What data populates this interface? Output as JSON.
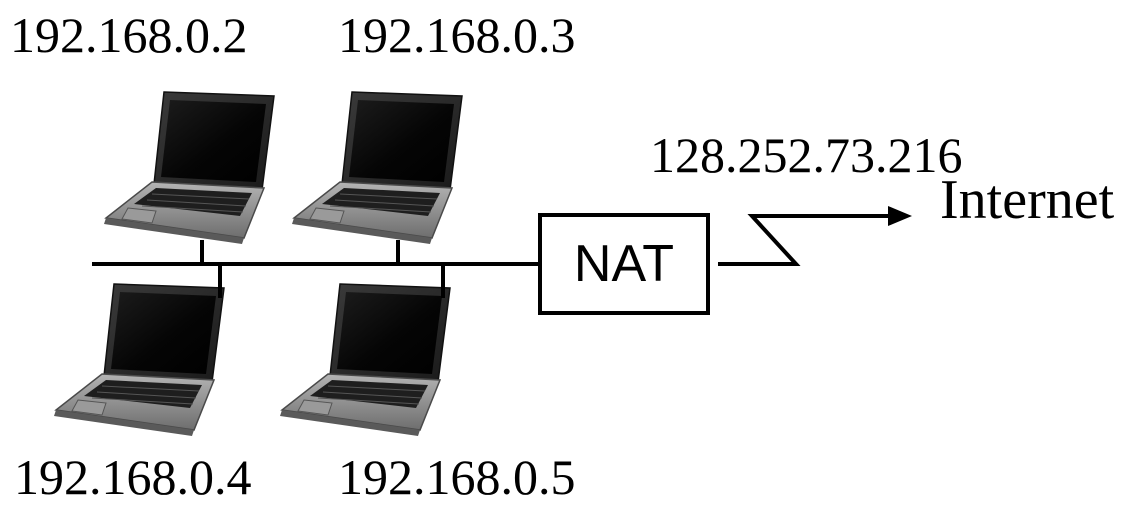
{
  "hosts": [
    {
      "ip": "192.168.0.2"
    },
    {
      "ip": "192.168.0.3"
    },
    {
      "ip": "192.168.0.4"
    },
    {
      "ip": "192.168.0.5"
    }
  ],
  "nat": {
    "label": "NAT",
    "public_ip": "128.252.73.216"
  },
  "internet": {
    "label": "Internet"
  },
  "colors": {
    "line": "#000000",
    "laptop_body": "#8a8a8a",
    "screen": "#0c0c0c",
    "background": "#ffffff"
  }
}
